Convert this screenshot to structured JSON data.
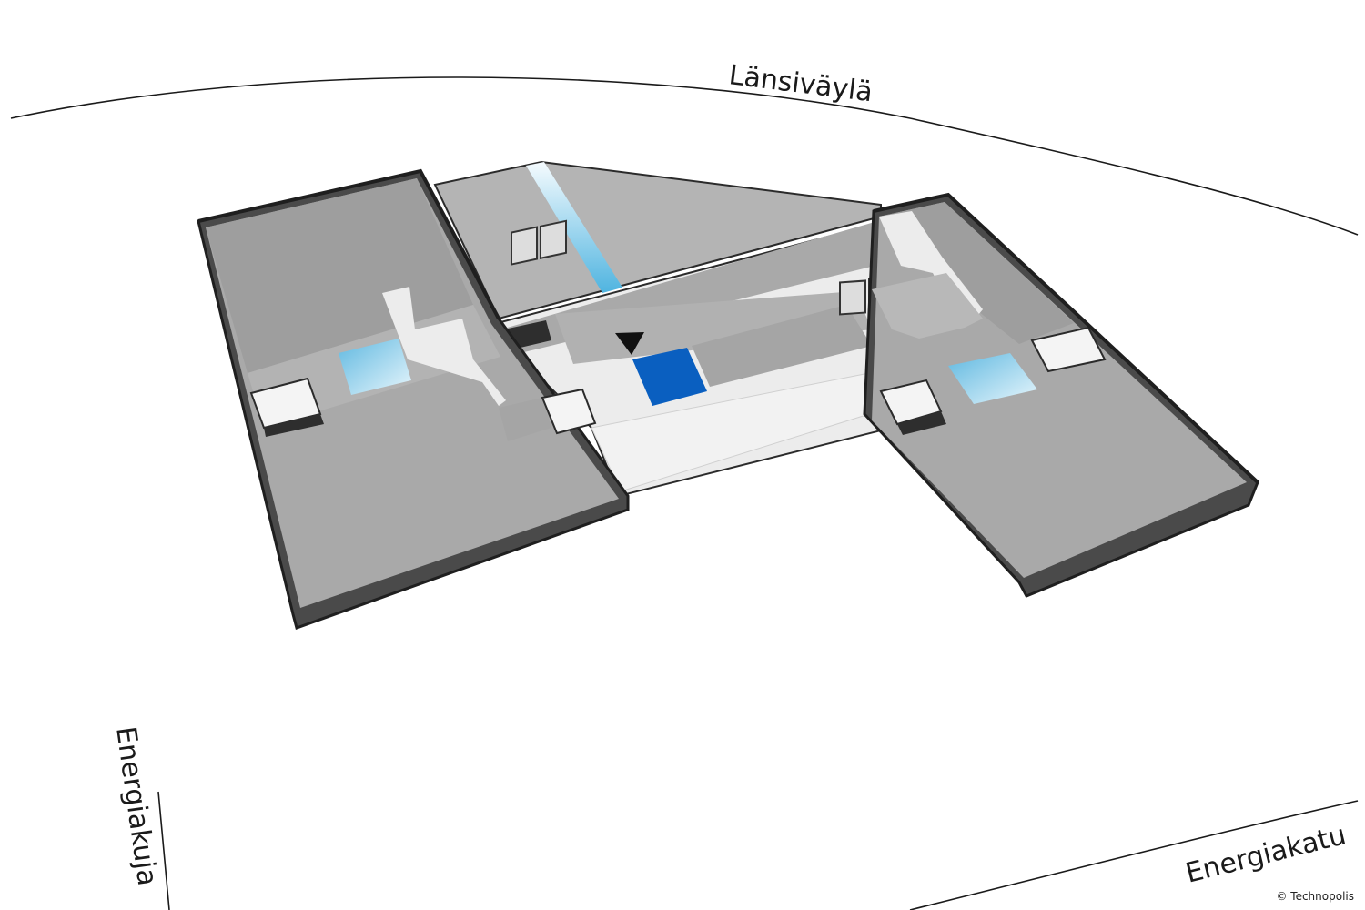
{
  "streets": {
    "north": "Länsiväylä",
    "west": "Energiakuja",
    "south": "Energiakatu"
  },
  "copyright": "© Technopolis",
  "colors": {
    "wall_dark": "#4a4a4a",
    "wall_edge": "#1f1f1f",
    "room_mid": "#a9a9a9",
    "room_light": "#c4c4c4",
    "corridor": "#ececec",
    "highlight": "#0a5fc0",
    "glass": "#7ecbe8"
  },
  "map": {
    "highlighted_space": "selected-space",
    "marker": "location-marker-icon"
  }
}
